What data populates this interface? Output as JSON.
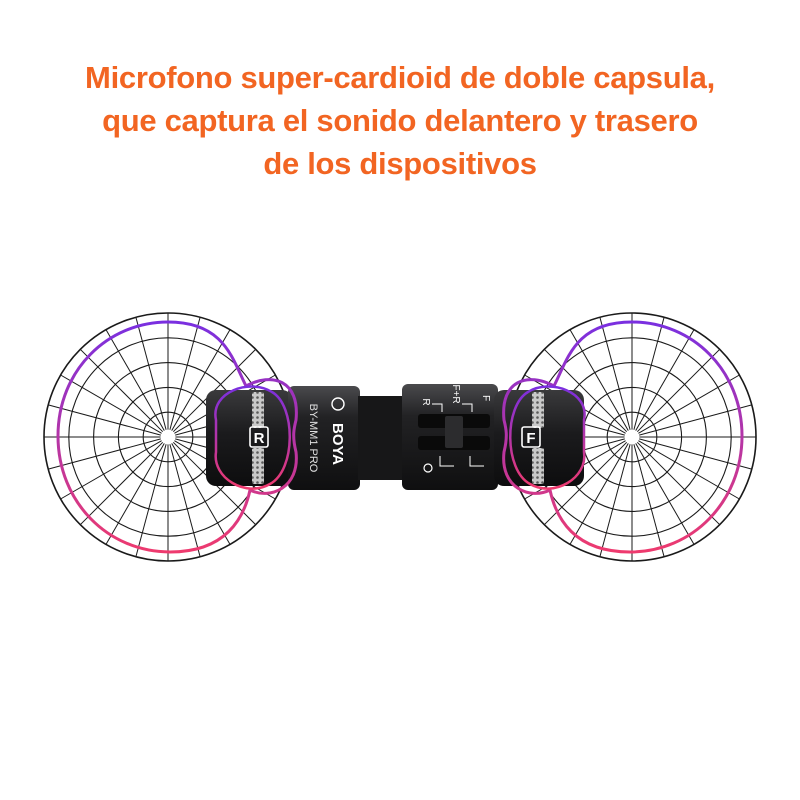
{
  "headline": {
    "line1": "Microfono super-cardioid de doble capsula,",
    "line2": "que captura el sonido delantero y trasero",
    "line3": "de los dispositivos"
  },
  "device": {
    "brand": "BOYA",
    "model": "BY-MM1 PRO",
    "left_capsule_label": "R",
    "right_capsule_label": "F",
    "switch_labels": {
      "front": "F",
      "both": "F+R",
      "rear": "R"
    }
  },
  "colors": {
    "headline": "#f26522",
    "grid": "#1a1a1a",
    "pattern_purple": "#7a2fe0",
    "pattern_pink": "#ee3a6e",
    "body_dark": "#1c1c1e"
  }
}
